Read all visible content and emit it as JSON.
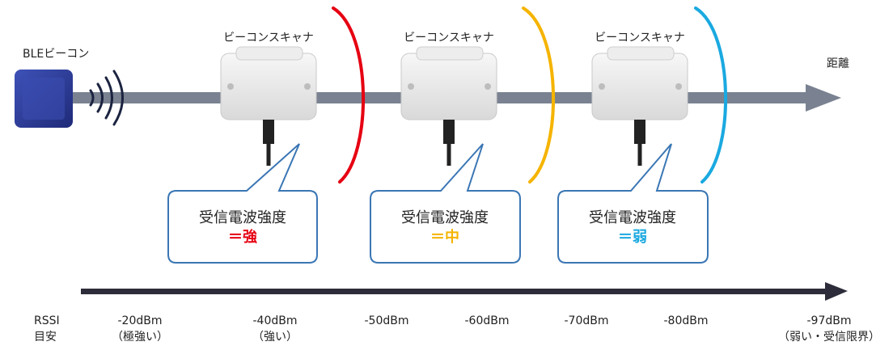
{
  "beacon": {
    "label": "BLEビーコン"
  },
  "axis": {
    "distance_label": "距離"
  },
  "scanners": [
    {
      "label": "ビーコンスキャナ",
      "signal": "受信電波強度",
      "level": "＝強",
      "color": "#e60012"
    },
    {
      "label": "ビーコンスキャナ",
      "signal": "受信電波強度",
      "level": "＝中",
      "color": "#f5b400"
    },
    {
      "label": "ビーコンスキャナ",
      "signal": "受信電波強度",
      "level": "＝弱",
      "color": "#1aa9e0"
    }
  ],
  "rssi": {
    "title_line1": "RSSI",
    "title_line2": "目安",
    "values": [
      {
        "value": "-20dBm",
        "note": "（極強い）"
      },
      {
        "value": "-40dBm",
        "note": "（強い）"
      },
      {
        "value": "-50dBm",
        "note": ""
      },
      {
        "value": "-60dBm",
        "note": ""
      },
      {
        "value": "-70dBm",
        "note": ""
      },
      {
        "value": "-80dBm",
        "note": ""
      },
      {
        "value": "-97dBm",
        "note": "（弱い・受信限界）"
      }
    ]
  },
  "colors": {
    "arrow": "#7a8291",
    "rssi_arrow": "#2c2c3a",
    "callout_border": "#3a76b4",
    "beacon": "#2f3f9a",
    "waves": "#1b2340"
  }
}
